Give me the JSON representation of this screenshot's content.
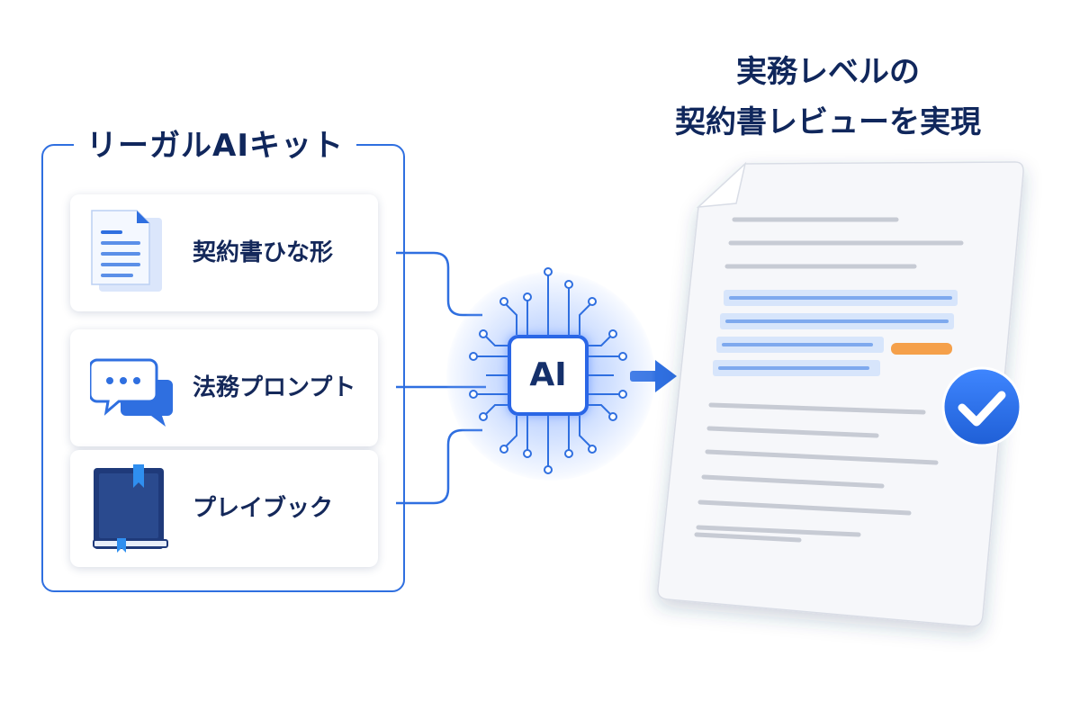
{
  "kit": {
    "title": "リーガルAIキット",
    "items": [
      {
        "label": "契約書ひな形",
        "icon": "document-template-icon"
      },
      {
        "label": "法務プロンプト",
        "icon": "chat-bubbles-icon"
      },
      {
        "label": "プレイブック",
        "icon": "bookmarked-book-icon"
      }
    ]
  },
  "ai": {
    "label": "AI",
    "icon": "ai-chip-icon"
  },
  "result": {
    "title_line1": "実務レベルの",
    "title_line2": "契約書レビューを実現",
    "icon": "checkmark-badge-icon"
  },
  "colors": {
    "primary_blue": "#2f6fe0",
    "navy_text": "#14285a",
    "highlight_blue": "#cfe0fb",
    "accent_orange": "#f5a04a"
  }
}
